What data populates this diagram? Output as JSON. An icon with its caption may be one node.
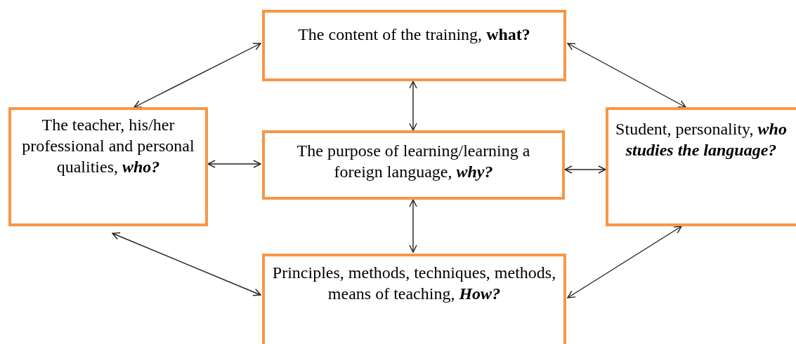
{
  "diagram": {
    "nodes": [
      {
        "text": [
          "The content of the training, **what?**"
        ]
      },
      {
        "text": [
          "The teacher, his/her professional and personal qualities, **who?**"
        ]
      },
      {
        "text": [
          "The purpose of learning/learning a foreign language, **why?**"
        ]
      },
      {
        "text": [
          "Student, personality, **who studies the language?**"
        ]
      },
      {
        "text": [
          "Principles, methods, techniques, methods, means of teaching, **How?**"
        ]
      }
    ],
    "edges": [
      {
        "from": 0,
        "to": 1,
        "arrow": "both"
      },
      {
        "from": 0,
        "to": 3,
        "arrow": "both"
      },
      {
        "from": 0,
        "to": 2,
        "arrow": "both"
      },
      {
        "from": 1,
        "to": 2,
        "arrow": "both"
      },
      {
        "from": 2,
        "to": 3,
        "arrow": "both"
      },
      {
        "from": 2,
        "to": 4,
        "arrow": "both"
      },
      {
        "from": 1,
        "to": 4,
        "arrow": "both"
      },
      {
        "from": 4,
        "to": 3,
        "arrow": "both"
      }
    ]
  }
}
